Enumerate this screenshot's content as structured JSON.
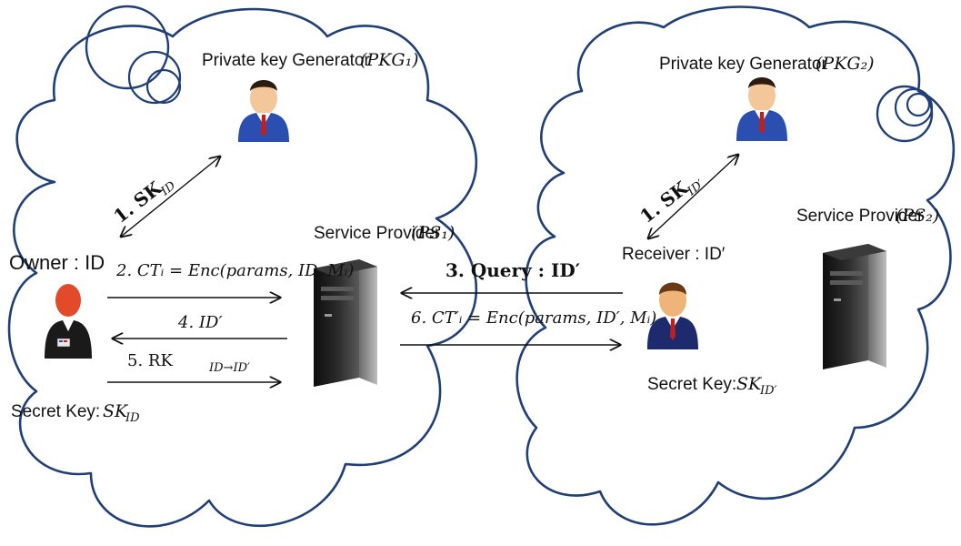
{
  "left_domain": {
    "pkg_label": "Private key Generator",
    "pkg_math": "(PKG₁)",
    "sp_label": "Service Provider",
    "sp_math": "(PS₁)",
    "owner_label": "Owner :  ID",
    "owner_secret_prefix": "Secret Key:",
    "owner_secret_math": "SK",
    "owner_secret_sub": "ID"
  },
  "right_domain": {
    "pkg_label": "Private key Generator",
    "pkg_math": "(PKG₂)",
    "sp_label": "Service Provider",
    "sp_math": "(PS₂)",
    "receiver_label": "Receiver :  ID′",
    "receiver_secret_prefix": "Secret Key:",
    "receiver_secret_math": "SK",
    "receiver_secret_sub": "ID′"
  },
  "steps": {
    "s1_left": "1. SK",
    "s1_left_sub": "ID",
    "s1_right": "1. SK",
    "s1_right_sub": "ID′",
    "s2": "2. CTᵢ = Enc(params, ID, Mᵢ)",
    "s3": "3. Query : ID′",
    "s4": "4.  ID′",
    "s5": "5.  RK",
    "s5_sub": "ID→ID′",
    "s6": "6. CT′ᵢ = Enc(params, ID′, Mᵢ)"
  },
  "colors": {
    "cloud_stroke": "#1f3f78",
    "pkg_suit": "#2a4fb0",
    "receiver_suit": "#1e2a6e",
    "owner_suit": "#1a1a1a",
    "owner_skin": "#e34a2a",
    "server_body": "#1b1b1b"
  },
  "icons": {
    "pkg_left": "businessman-icon",
    "pkg_right": "businessman-icon",
    "owner": "user-icon",
    "receiver": "businessman-icon",
    "server_left": "server-tower-icon",
    "server_right": "server-tower-icon"
  }
}
